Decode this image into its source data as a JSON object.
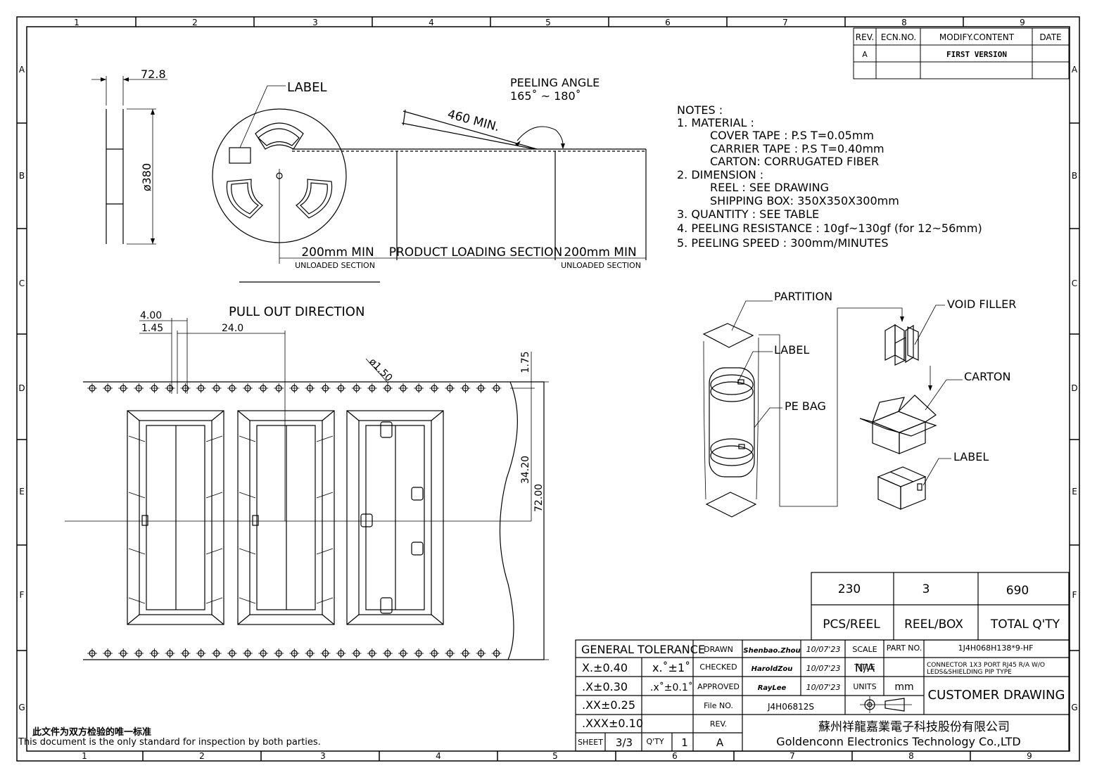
{
  "frame": {
    "top_numbers": [
      "1",
      "2",
      "3",
      "4",
      "5",
      "6",
      "7",
      "8",
      "9"
    ],
    "bottom_numbers": [
      "1",
      "2",
      "3",
      "4",
      "5",
      "6",
      "7",
      "8",
      "9"
    ],
    "side_letters": [
      "A",
      "B",
      "C",
      "D",
      "E",
      "F",
      "G"
    ]
  },
  "revision_table": {
    "headers": [
      "REV.",
      "ECN.NO.",
      "MODIFY.CONTENT",
      "DATE"
    ],
    "rows": [
      [
        "A",
        "",
        "FIRST VERSION",
        ""
      ],
      [
        "",
        "",
        "",
        ""
      ]
    ]
  },
  "reel_side": {
    "width_dim": "72.8",
    "diameter_dim": "ø380"
  },
  "reel_front": {
    "label": "LABEL"
  },
  "peeling": {
    "angle_title": "PEELING ANGLE",
    "angle_value": "165˚ ~ 180˚",
    "min_length": "460 MIN."
  },
  "tape_sections": {
    "left_dim": "200mm MIN",
    "left_caption": "UNLOADED SECTION",
    "middle": "PRODUCT LOADING SECTION",
    "right_dim": "200mm MIN",
    "right_caption": "UNLOADED SECTION"
  },
  "notes": {
    "title": "NOTES :",
    "lines": [
      "1. MATERIAL :",
      "COVER TAPE : P.S T=0.05mm",
      "CARRIER TAPE : P.S T=0.40mm",
      "CARTON: CORRUGATED FIBER",
      "2. DIMENSION :",
      "REEL : SEE DRAWING",
      "SHIPPING BOX: 350X350X300mm",
      "3. QUANTITY : SEE TABLE",
      "4. PEELING RESISTANCE : 10gf~130gf (for 12~56mm)",
      "5. PEELING SPEED : 300mm/MINUTES"
    ]
  },
  "carrier_tape": {
    "direction": "PULL OUT DIRECTION",
    "dims": {
      "pitch_hole": "4.00",
      "hole_offset": "1.45",
      "pocket_pitch": "24.0",
      "hole_diameter": "ø1.50",
      "edge_to_hole": "1.75",
      "hole_to_center": "34.20",
      "tape_width": "72.00"
    }
  },
  "packing": {
    "partition": "PARTITION",
    "label_1": "LABEL",
    "pe_bag": "PE BAG",
    "void_filler": "VOID FILLER",
    "carton": "CARTON",
    "label_2": "LABEL"
  },
  "quantity_table": {
    "values": [
      "230",
      "3",
      "690"
    ],
    "headers": [
      "PCS/REEL",
      "REEL/BOX",
      "TOTAL Q'TY"
    ]
  },
  "title_block": {
    "general_tolerance": "GENERAL TOLERANCE",
    "tolerances": [
      [
        "X.±0.40",
        "x.˚±1˚"
      ],
      [
        ".X±0.30",
        ".x˚±0.1˚"
      ],
      [
        ".XX±0.25",
        ""
      ],
      [
        ".XXX±0.10",
        ""
      ]
    ],
    "drawn_label": "DRAWN",
    "drawn_name": "Shenbao.Zhou",
    "drawn_date": "10/07'23",
    "checked_label": "CHECKED",
    "checked_name": "HaroldZou",
    "checked_date": "10/07'23",
    "approved_label": "APPROVED",
    "approved_name": "RayLee",
    "approved_date": "10/07'23",
    "file_label": "File NO.",
    "file_no": "J4H06812S",
    "rev_label": "REV.",
    "sheet_label": "SHEET",
    "sheet_value": "3/3",
    "qty_label": "Q'TY",
    "qty_value": "1",
    "rev_value": "A",
    "scale_label": "SCALE",
    "scale_value": "N/A",
    "units_label": "UNITS",
    "units_value": "mm",
    "title_label": "TITLE",
    "title_line1": "CONNECTOR 1X3 PORT RJ45 R/A W/O",
    "title_line2": "LEDS&SHIELDING PIP TYPE",
    "part_label": "PART NO.",
    "part_no": "1J4H068H138*9-HF",
    "drawing_type": "CUSTOMER DRAWING",
    "company_cn": "蘇州祥龍嘉業電子科技股份有限公司",
    "company_en": "Goldenconn Electronics Technology Co.,LTD"
  },
  "footer": {
    "cn": "此文件为双方检验的唯一标准",
    "en": "This document is the only standard for inspection by both parties."
  }
}
